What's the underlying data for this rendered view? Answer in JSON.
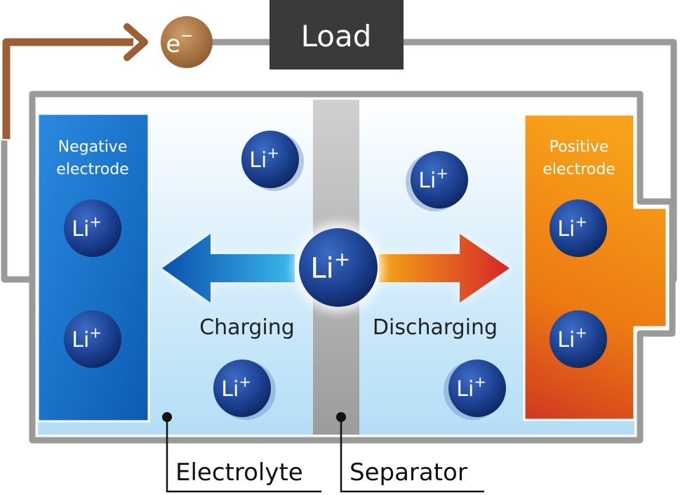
{
  "load": {
    "label": "Load"
  },
  "electron": {
    "symbol": "e",
    "charge": "−"
  },
  "electrodes": {
    "negative": {
      "line1": "Negative",
      "line2": "electrode"
    },
    "positive": {
      "line1": "Positive",
      "line2": "electrode"
    }
  },
  "ion": {
    "symbol": "Li",
    "charge": "+"
  },
  "arrows": {
    "charging": "Charging",
    "discharging": "Discharging"
  },
  "callouts": {
    "electrolyte": "Electrolyte",
    "separator": "Separator"
  },
  "colors": {
    "wire": "#9a9a9a",
    "electron_wire": "#9a5f35",
    "load_box": "#3a3a3a",
    "negative_electrode": "#1f74c9",
    "positive_electrode": "#ec8b10",
    "electrolyte": "#bfe3f7",
    "separator": "#a9a9a9",
    "ion": "#1b3f8e"
  }
}
